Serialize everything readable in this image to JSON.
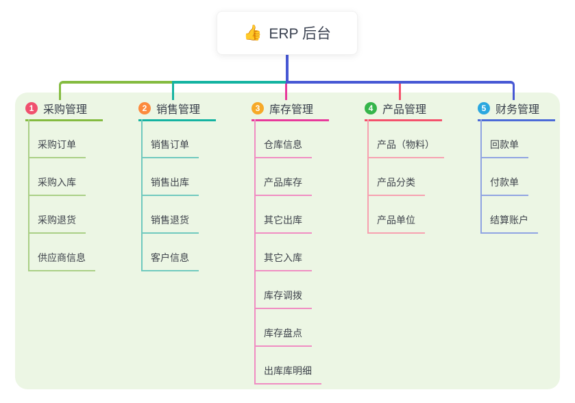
{
  "root": {
    "icon": "👍",
    "label": "ERP 后台"
  },
  "connector_color": "#4758d4",
  "canvas_bg": "#ecf6e4",
  "branches": [
    {
      "num": "1",
      "label": "采购管理",
      "color": "#84bb40",
      "light_color": "#a9cf85",
      "badge_color": "#f0506e",
      "children": [
        "采购订单",
        "采购入库",
        "采购退货",
        "供应商信息"
      ]
    },
    {
      "num": "2",
      "label": "销售管理",
      "color": "#14b3a1",
      "light_color": "#6fc9be",
      "badge_color": "#fc8a3d",
      "children": [
        "销售订单",
        "销售出库",
        "销售退货",
        "客户信息"
      ]
    },
    {
      "num": "3",
      "label": "库存管理",
      "color": "#e8399b",
      "light_color": "#f08cc2",
      "badge_color": "#f6a928",
      "children": [
        "仓库信息",
        "产品库存",
        "其它出库",
        "其它入库",
        "库存调拨",
        "库存盘点",
        "出库库明细"
      ]
    },
    {
      "num": "4",
      "label": "产品管理",
      "color": "#f4516c",
      "light_color": "#f7a0b0",
      "badge_color": "#35b54a",
      "children": [
        "产品（物料）",
        "产品分类",
        "产品单位"
      ]
    },
    {
      "num": "5",
      "label": "财务管理",
      "color": "#4b6ad8",
      "light_color": "#8fa3e2",
      "badge_color": "#2aa7df",
      "children": [
        "回款单",
        "付款单",
        "结算账户"
      ]
    }
  ]
}
